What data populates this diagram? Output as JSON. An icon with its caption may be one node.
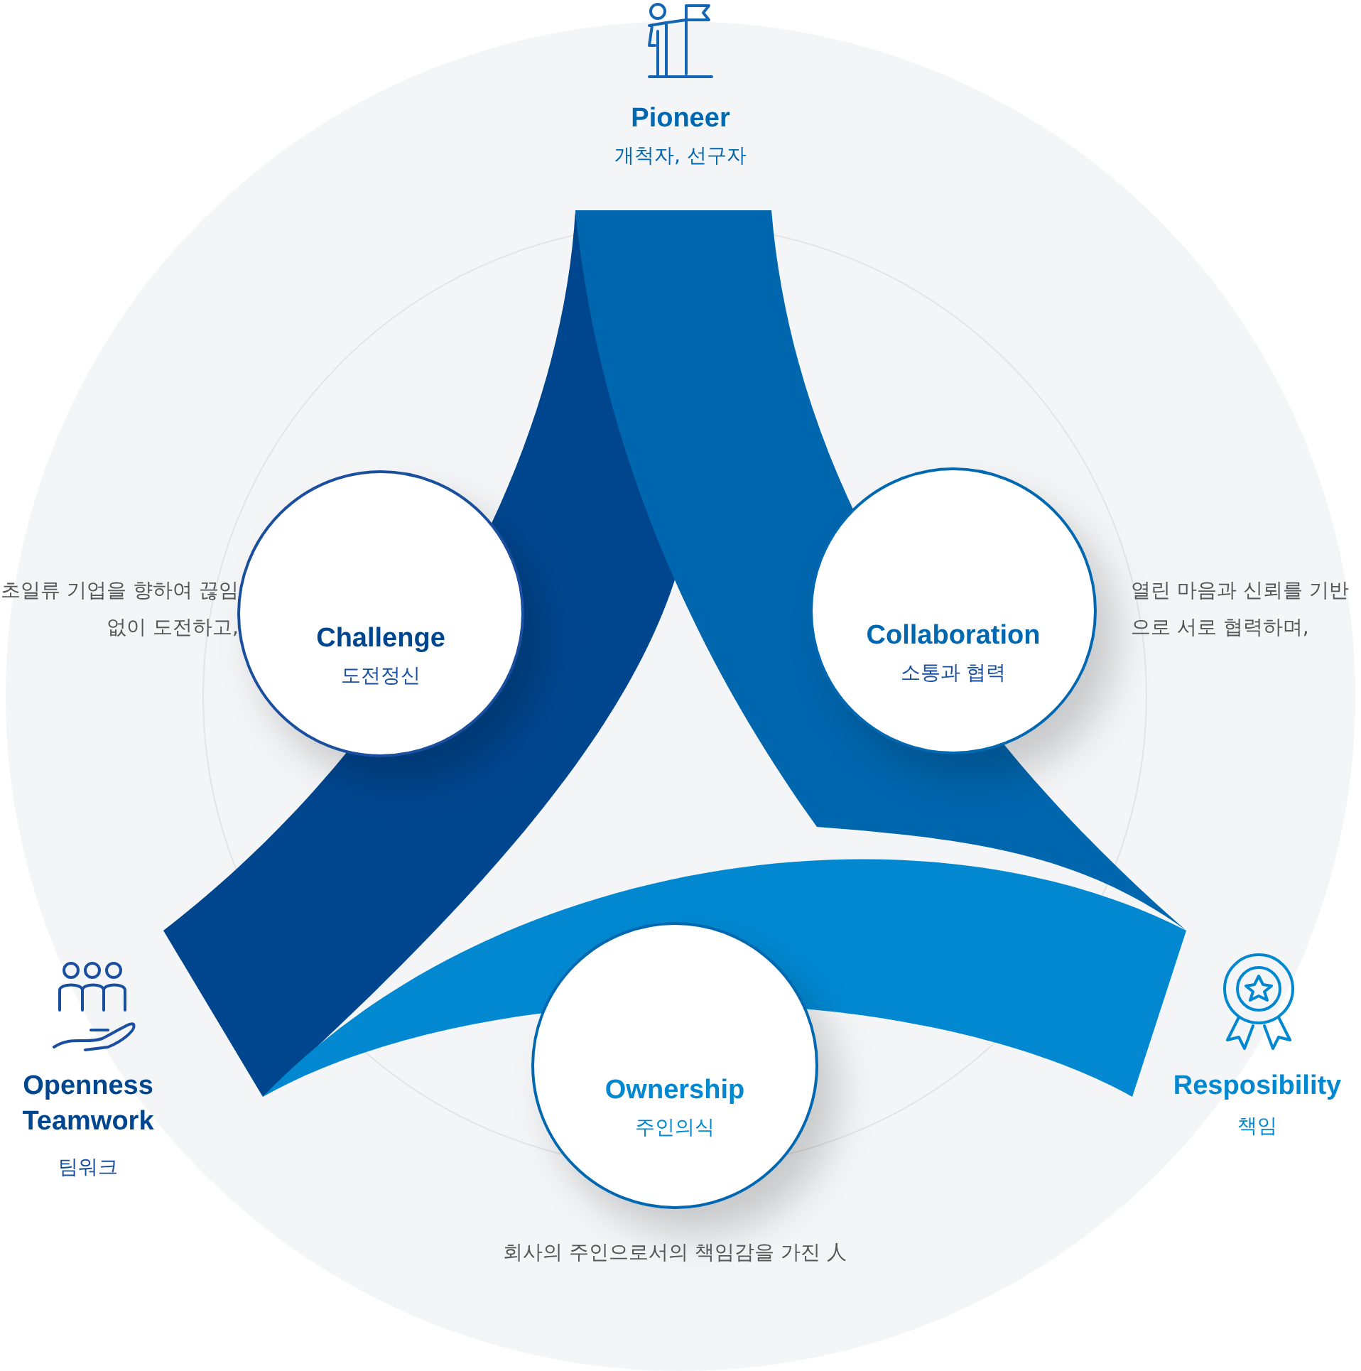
{
  "diagram": {
    "nodes": [
      {
        "text": [
          "Challenge",
          "도전정신"
        ]
      },
      {
        "text": [
          "Collaboration",
          "소통과 협력"
        ]
      },
      {
        "text": [
          "Ownership",
          "주인의식"
        ]
      }
    ],
    "labels": [
      "Pioneer",
      "개척자, 선구자",
      "초일류 기업을 향하여 끊임없이 도전하고,",
      "열린 마음과 신뢰를 기반으로 서로 협력하며,",
      "Openness Teamwork",
      "Resposibility",
      "팀워크",
      "책임",
      "회사의 주인으로서의 책임감을 가진 人"
    ]
  }
}
